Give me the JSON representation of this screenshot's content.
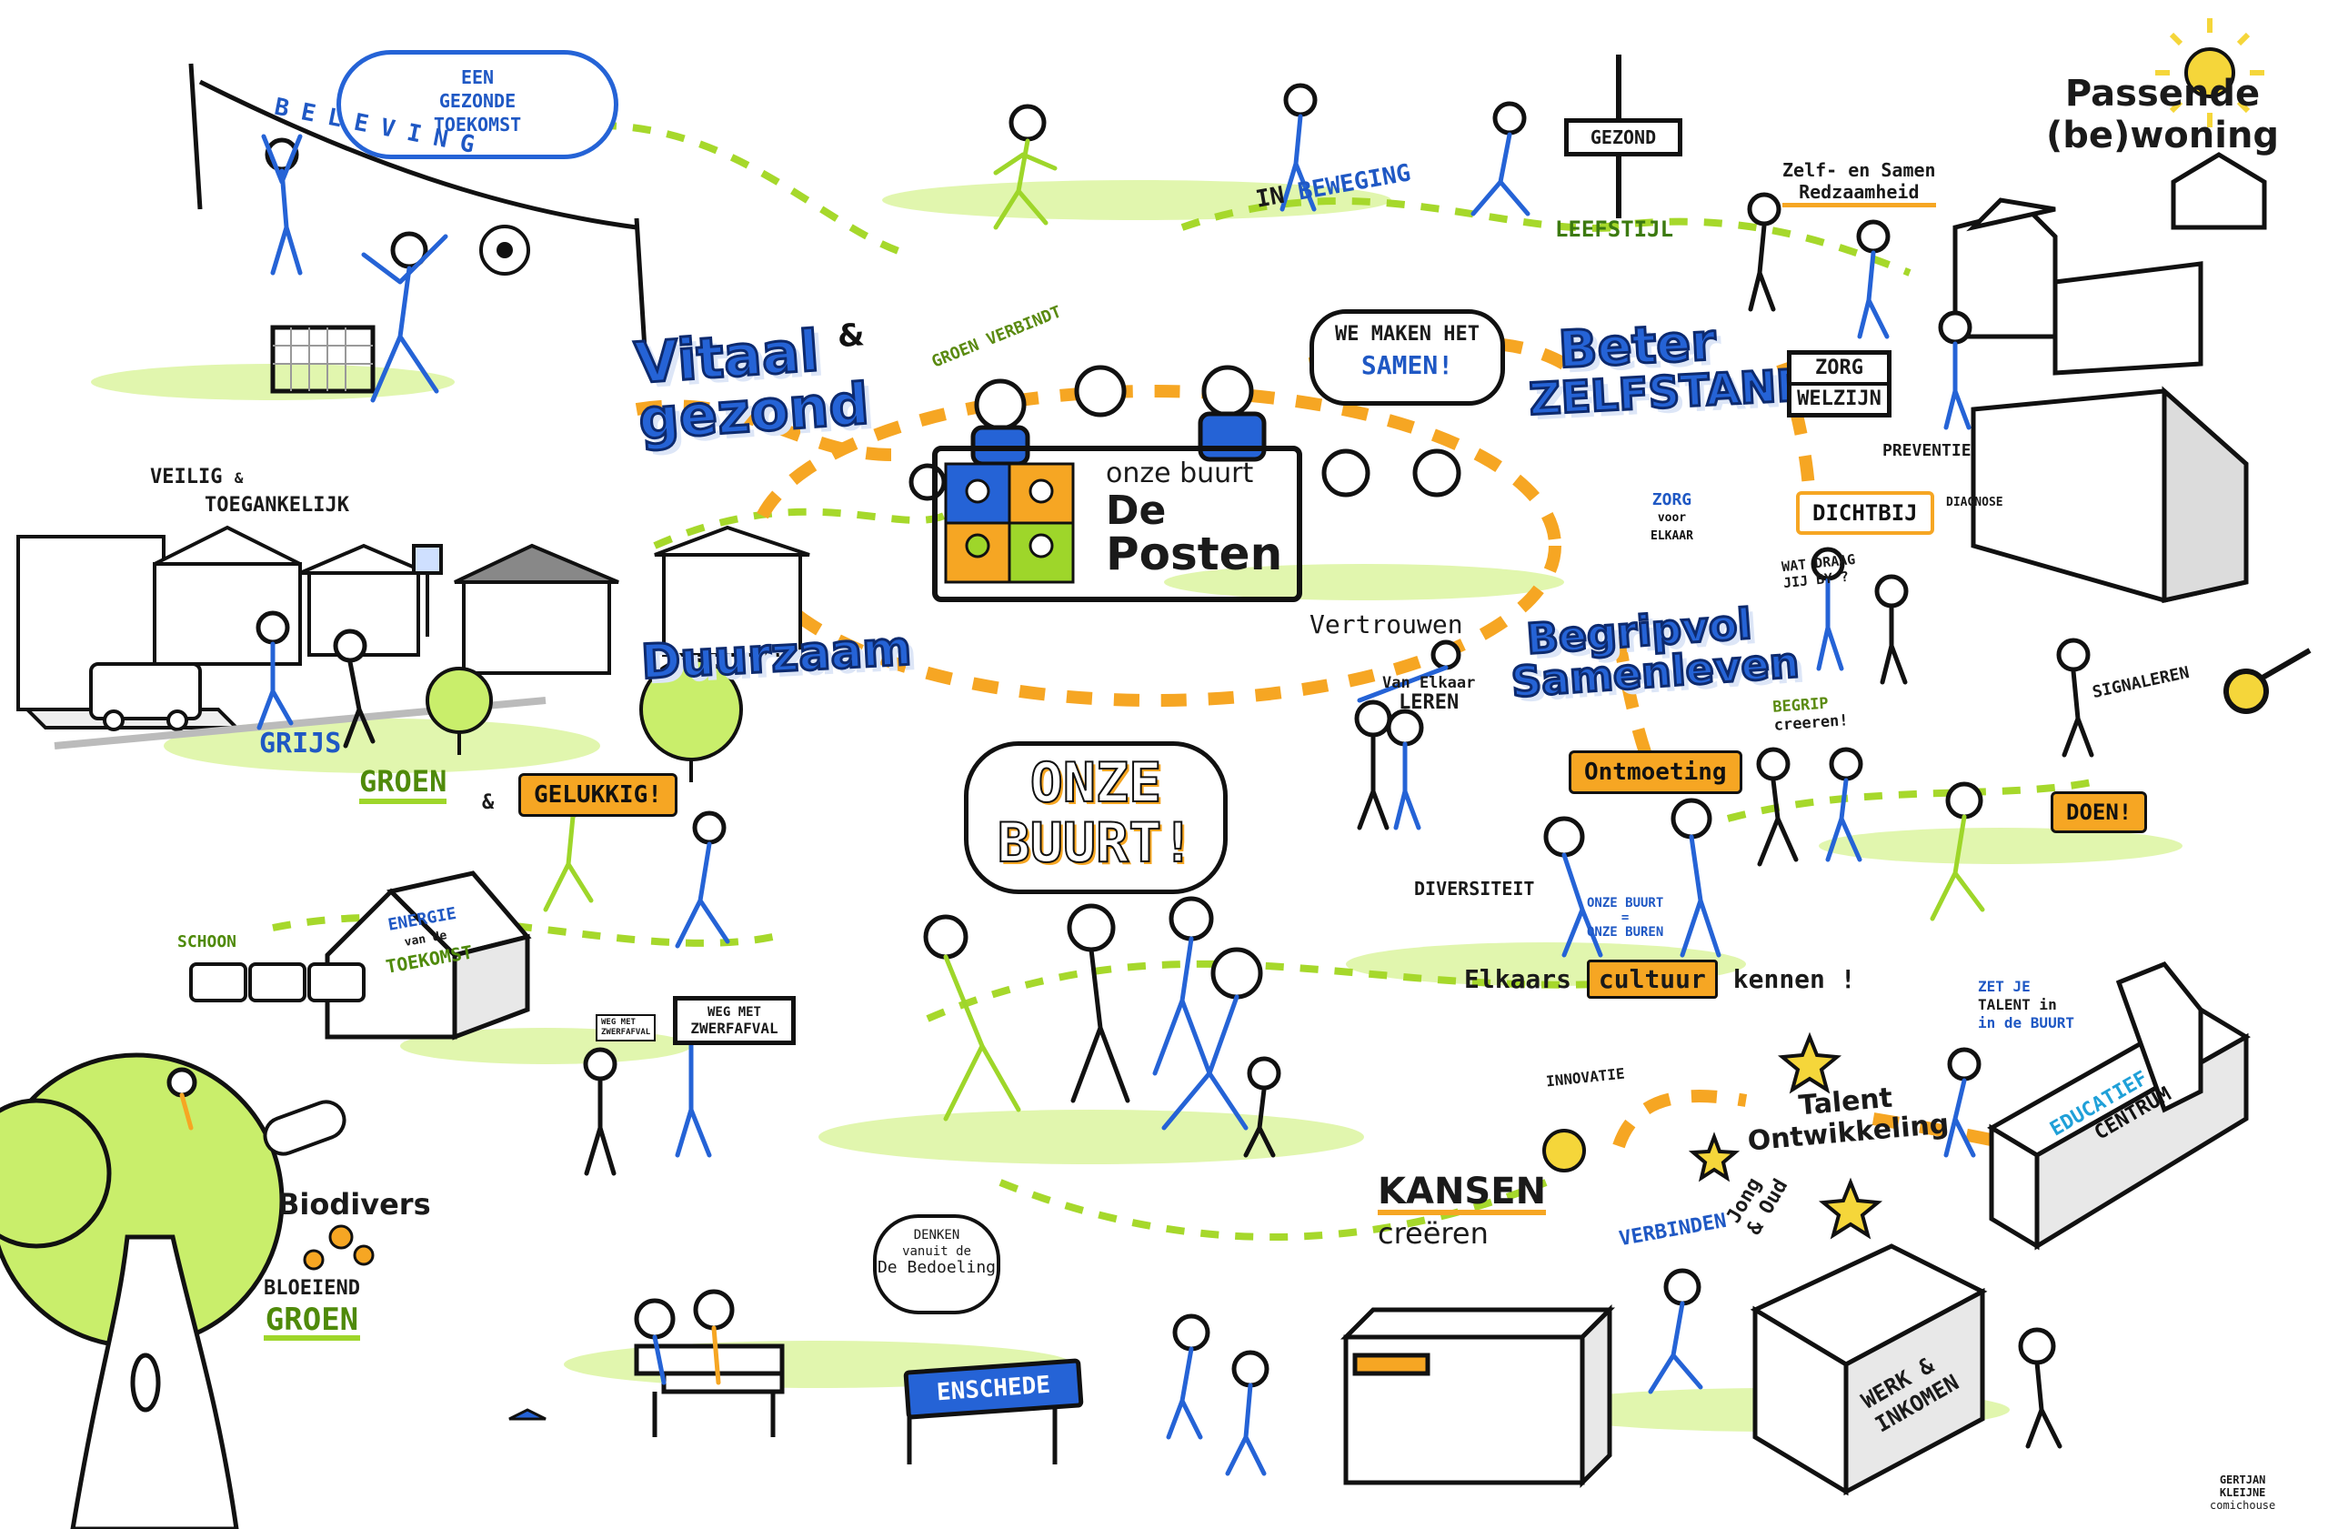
{
  "cloud": {
    "line1": "EEN",
    "line2": "GEZONDE",
    "line3": "TOEKOMST"
  },
  "banner_beleving": "BELEVING",
  "vitaal": {
    "line1": "Vitaal",
    "amp": "&",
    "line2": "gezond"
  },
  "groen_verbindt": "GROEN VERBINDT",
  "in_beweging": {
    "prefix": "IN",
    "word": "BEWEGING"
  },
  "leefstijl": "LEEFSTIJL",
  "gezond_sign": "GEZOND",
  "zelfredzaamheid": {
    "line1": "Zelf- en Samen",
    "line2": "Redzaamheid"
  },
  "passende": {
    "line1": "Passende",
    "line2": "(be)woning"
  },
  "veilig": {
    "line1": "VEILIG",
    "amp": "&",
    "line2": "TOEGANKELIJK"
  },
  "main_sign": {
    "line1": "onze buurt",
    "line2": "De",
    "line3": "Posten"
  },
  "we_maken": {
    "line1": "WE MAKEN HET",
    "line2": "SAMEN!"
  },
  "beter": {
    "line1": "Beter",
    "line2": "ZELFSTANDIG"
  },
  "zorg_welzijn": {
    "top": "ZORG",
    "bottom": "WELZIJN"
  },
  "preventie": "PREVENTIE",
  "diagnose": "DIAGNOSE",
  "dichtbij": "DICHTBIJ",
  "zorg_voor_elkaar": {
    "line1": "ZORG",
    "line2": "voor",
    "line3": "ELKAAR"
  },
  "wat_draag": {
    "line1": "WAT DRAAG",
    "line2": "JIJ BY ?"
  },
  "duurzaam": "Duurzaam",
  "vertrouwen": "Vertrouwen",
  "begripvol": {
    "line1": "Begripvol",
    "line2": "Samenleven"
  },
  "van_elkaar": {
    "line1": "Van Elkaar",
    "line2": "LEREN"
  },
  "begrip_creeren": {
    "line1": "BEGRIP",
    "line2": "creeren!"
  },
  "signaleren": "SIGNALEREN",
  "grijs": "GRIJS",
  "groen": "GROEN",
  "amp": "&",
  "gelukkig": "GELUKKIG!",
  "onze_buurt_bubble": {
    "line1": "ONZE",
    "line2": "BUURT!"
  },
  "ontmoeting": "Ontmoeting",
  "doen": "DOEN!",
  "diversiteit": "DIVERSITEIT",
  "onze_buurt_buren": {
    "line1": "ONZE BUURT",
    "line2": "=",
    "line3": "ONZE BUREN"
  },
  "elkaars": {
    "pre": "Elkaars",
    "word": "cultuur",
    "post": "kennen !"
  },
  "schoon": "SCHOON",
  "energie": {
    "line1": "ENERGIE",
    "line2": "van de",
    "line3": "TOEKOMST"
  },
  "weg_met_small": {
    "line1": "WEG MET",
    "line2": "ZWERFAFVAL"
  },
  "weg_met_sign": {
    "line1": "WEG MET",
    "line2": "ZWERFAFVAL"
  },
  "zet_je": {
    "line1": "ZET JE",
    "line2": "TALENT in",
    "line3": "in de BUURT"
  },
  "innovatie": "INNOVATIE",
  "talent": {
    "line1": "Talent",
    "line2": "Ontwikkeling"
  },
  "educatief": {
    "line1": "EDUCATIEF",
    "line2": "CENTRUM"
  },
  "kansen": {
    "line1": "KANSEN",
    "line2": "creëren"
  },
  "verbinden": "VERBINDEN",
  "jong_oud": {
    "line1": "Jong",
    "line2": "& Oud"
  },
  "werk": {
    "line1": "WERK &",
    "line2": "INKOMEN"
  },
  "biodivers": "Biodivers",
  "bloeiend": {
    "line1": "BLOEIEND",
    "line2": "GROEN"
  },
  "denken": {
    "line1": "DENKEN",
    "line2": "vanuit de",
    "line3": "De Bedoeling"
  },
  "enschede": "ENSCHEDE",
  "signature": {
    "line1": "GERTJAN",
    "line2": "KLEIJNE",
    "line3": "comichouse"
  },
  "colors": {
    "blue": "#2563d6",
    "orange": "#f6a623",
    "green": "#9ed62a",
    "yellow": "#f5d63a"
  }
}
